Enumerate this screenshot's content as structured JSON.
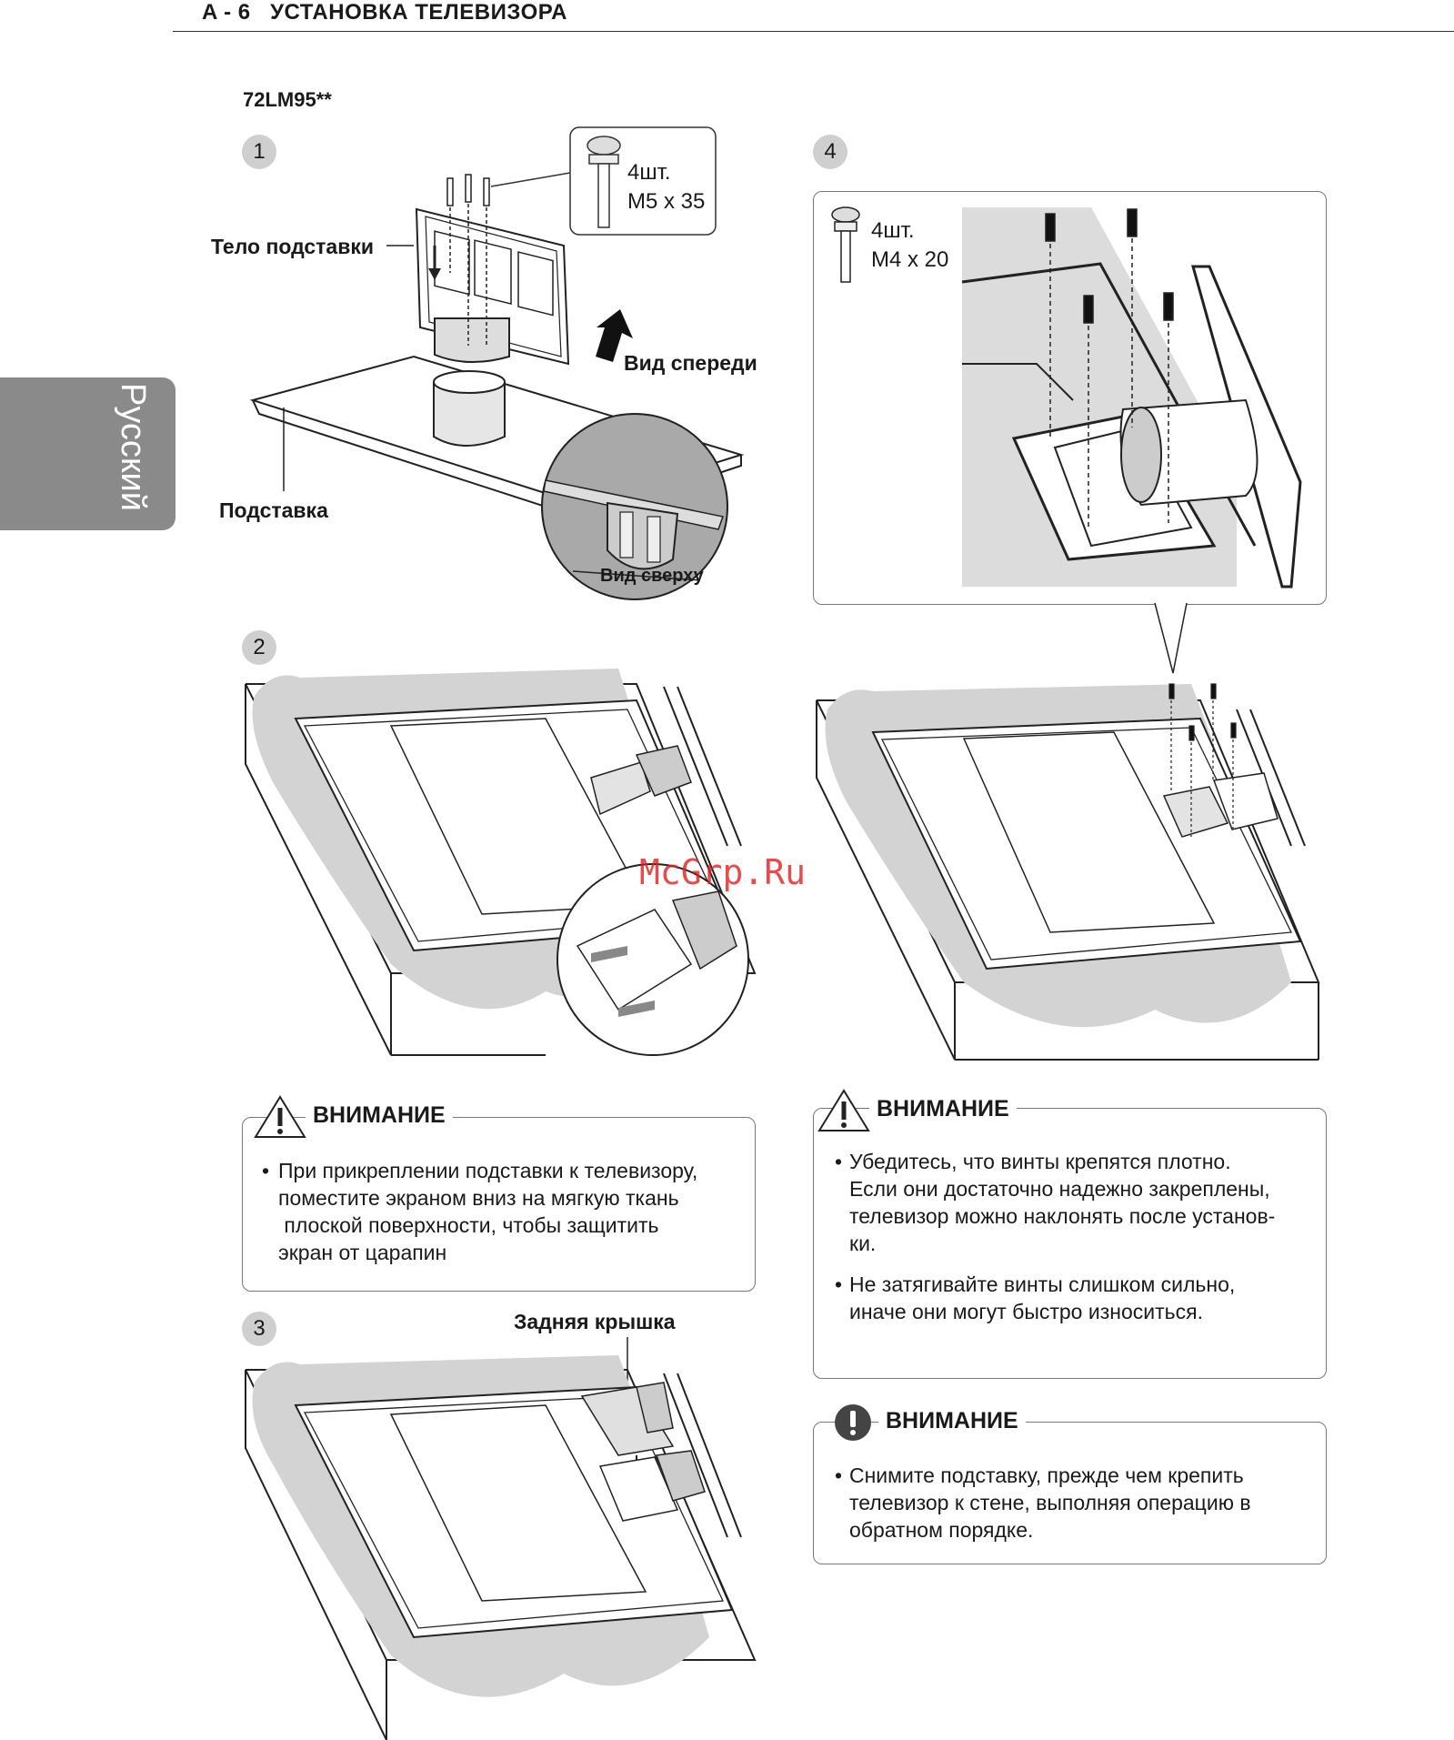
{
  "header": {
    "title": "A - 6   УСТАНОВКА ТЕЛЕВИЗОРА"
  },
  "side_tab": {
    "label": "Русский"
  },
  "model": "72LM95**",
  "watermark": "McGrp.Ru",
  "step1": {
    "number": "1",
    "screw_count": "4шт.",
    "screw_size": "M5 x 35",
    "label_body": "Тело подставки",
    "label_front": "Вид спереди",
    "label_base": "Подставка",
    "label_top": "Вид сверху"
  },
  "step2": {
    "number": "2"
  },
  "step3": {
    "number": "3",
    "label_cover": "Задняя крышка"
  },
  "step4": {
    "number": "4",
    "screw_count": "4шт.",
    "screw_size": "M4 x 20"
  },
  "caution1": {
    "title": "ВНИМАНИЕ",
    "lines": [
      "При прикреплении подставки к телевизору,",
      "поместите экраном вниз на мягкую ткань",
      " плоской поверхности, чтобы защитить",
      "экран от царапин"
    ]
  },
  "caution2": {
    "title": "ВНИМАНИЕ",
    "b1": [
      "Убедитесь, что винты крепятся плотно.",
      "Если они достаточно надежно закреплены,",
      "телевизор можно наклонять после установ-",
      "ки."
    ],
    "b2": [
      "Не затягивайте винты слишком сильно,",
      "иначе они могут быстро износиться."
    ]
  },
  "caution3": {
    "title": "ВНИМАНИЕ",
    "lines": [
      "Снимите подставку, прежде чем крепить",
      "телевизор к стене, выполняя операцию в",
      "обратном порядке."
    ]
  }
}
